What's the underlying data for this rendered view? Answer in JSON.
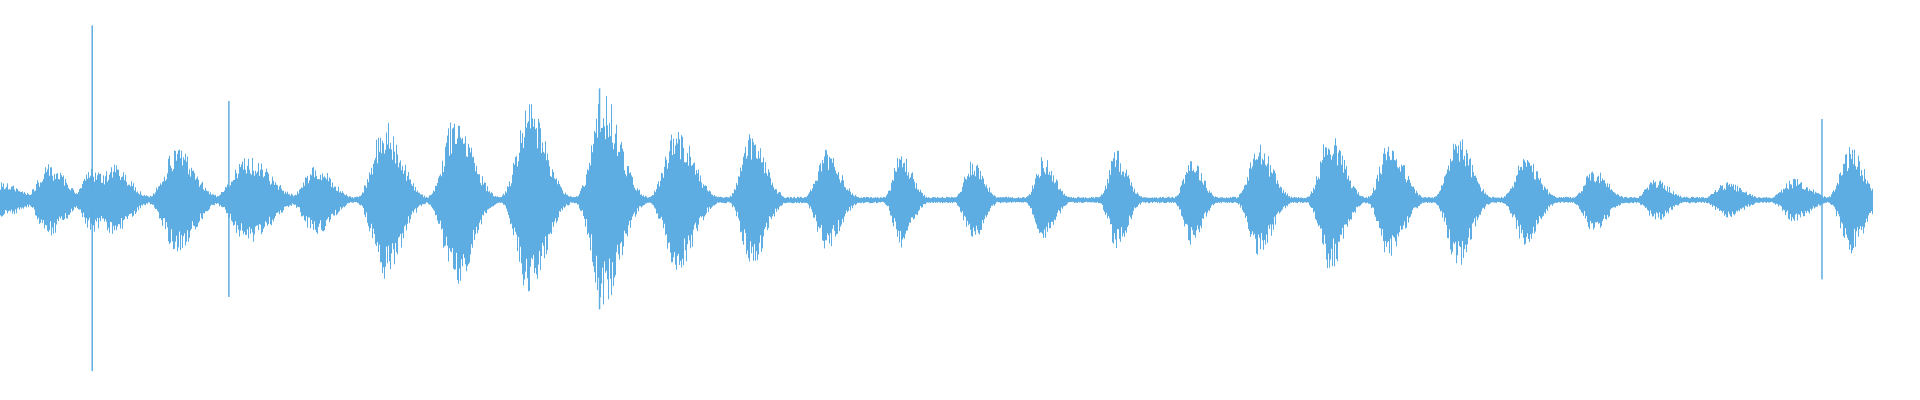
{
  "waveform": {
    "color": "#5dade2",
    "background": "#ffffff",
    "bursts": [
      {
        "t": 0.0,
        "amp": 0.1,
        "w": 0.015
      },
      {
        "t": 0.026,
        "amp": 0.2,
        "w": 0.012
      },
      {
        "t": 0.049,
        "amp": 0.18,
        "w": 0.01
      },
      {
        "t": 0.06,
        "amp": 0.2,
        "w": 0.012
      },
      {
        "t": 0.094,
        "amp": 0.3,
        "w": 0.013
      },
      {
        "t": 0.132,
        "amp": 0.25,
        "w": 0.016
      },
      {
        "t": 0.168,
        "amp": 0.2,
        "w": 0.012
      },
      {
        "t": 0.205,
        "amp": 0.45,
        "w": 0.012
      },
      {
        "t": 0.243,
        "amp": 0.5,
        "w": 0.012
      },
      {
        "t": 0.282,
        "amp": 0.55,
        "w": 0.012
      },
      {
        "t": 0.322,
        "amp": 0.6,
        "w": 0.012
      },
      {
        "t": 0.361,
        "amp": 0.42,
        "w": 0.012
      },
      {
        "t": 0.401,
        "amp": 0.38,
        "w": 0.01
      },
      {
        "t": 0.441,
        "amp": 0.28,
        "w": 0.01
      },
      {
        "t": 0.481,
        "amp": 0.27,
        "w": 0.008
      },
      {
        "t": 0.519,
        "amp": 0.24,
        "w": 0.008
      },
      {
        "t": 0.557,
        "amp": 0.25,
        "w": 0.008
      },
      {
        "t": 0.596,
        "amp": 0.28,
        "w": 0.008
      },
      {
        "t": 0.636,
        "amp": 0.25,
        "w": 0.008
      },
      {
        "t": 0.672,
        "amp": 0.32,
        "w": 0.01
      },
      {
        "t": 0.71,
        "amp": 0.4,
        "w": 0.01
      },
      {
        "t": 0.742,
        "amp": 0.35,
        "w": 0.01
      },
      {
        "t": 0.778,
        "amp": 0.38,
        "w": 0.01
      },
      {
        "t": 0.814,
        "amp": 0.25,
        "w": 0.01
      },
      {
        "t": 0.851,
        "amp": 0.18,
        "w": 0.01
      },
      {
        "t": 0.884,
        "amp": 0.12,
        "w": 0.01
      },
      {
        "t": 0.922,
        "amp": 0.1,
        "w": 0.012
      },
      {
        "t": 0.958,
        "amp": 0.12,
        "w": 0.012
      },
      {
        "t": 0.988,
        "amp": 0.3,
        "w": 0.01
      }
    ],
    "spikes": [
      {
        "t": 0.049,
        "amp": 0.97
      },
      {
        "t": 0.122,
        "amp": 0.55
      },
      {
        "t": 0.32,
        "amp": 0.62
      },
      {
        "t": 0.973,
        "amp": 0.45
      }
    ],
    "noise_floor": 0.018
  }
}
